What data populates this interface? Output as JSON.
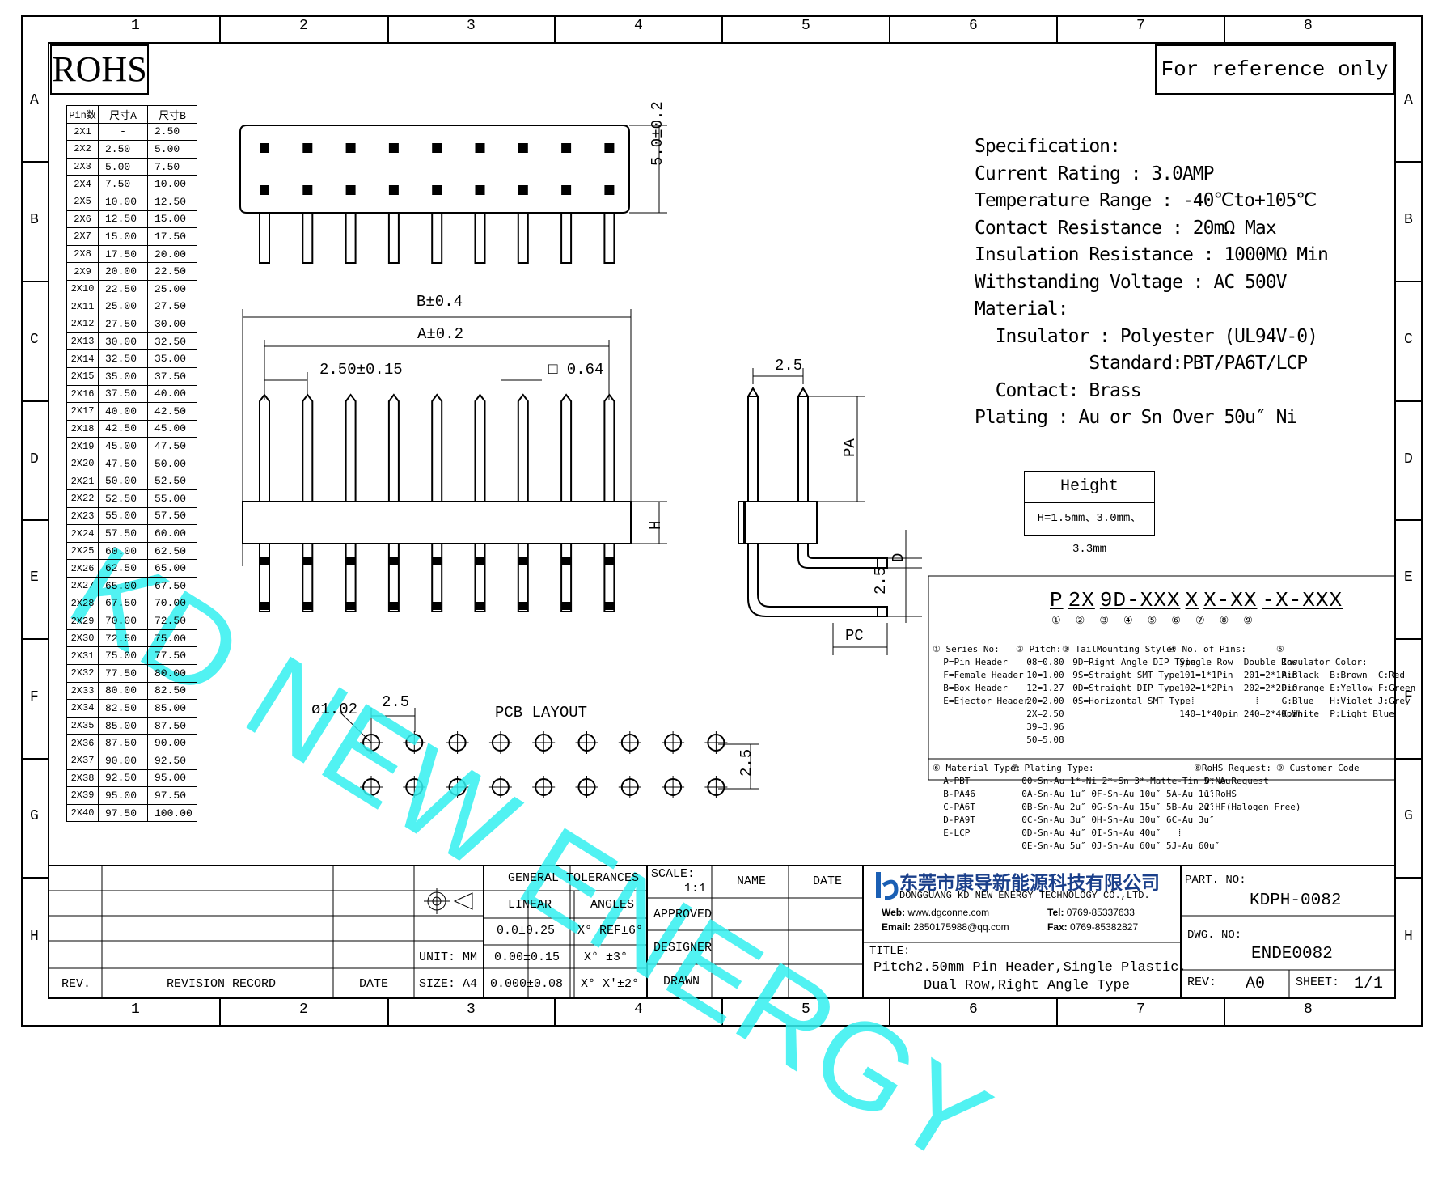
{
  "frame": {
    "columns": [
      "1",
      "2",
      "3",
      "4",
      "5",
      "6",
      "7",
      "8"
    ],
    "rows": [
      "A",
      "B",
      "C",
      "D",
      "E",
      "F",
      "G",
      "H"
    ]
  },
  "rohs": "ROHS",
  "reference_note": "For reference only",
  "watermark": "KD NEW ENERGY",
  "pin_table": {
    "headers": [
      "Pin数",
      "尺寸A",
      "尺寸B"
    ],
    "rows": [
      [
        "2X1",
        "-",
        "2.50"
      ],
      [
        "2X2",
        "2.50",
        "5.00"
      ],
      [
        "2X3",
        "5.00",
        "7.50"
      ],
      [
        "2X4",
        "7.50",
        "10.00"
      ],
      [
        "2X5",
        "10.00",
        "12.50"
      ],
      [
        "2X6",
        "12.50",
        "15.00"
      ],
      [
        "2X7",
        "15.00",
        "17.50"
      ],
      [
        "2X8",
        "17.50",
        "20.00"
      ],
      [
        "2X9",
        "20.00",
        "22.50"
      ],
      [
        "2X10",
        "22.50",
        "25.00"
      ],
      [
        "2X11",
        "25.00",
        "27.50"
      ],
      [
        "2X12",
        "27.50",
        "30.00"
      ],
      [
        "2X13",
        "30.00",
        "32.50"
      ],
      [
        "2X14",
        "32.50",
        "35.00"
      ],
      [
        "2X15",
        "35.00",
        "37.50"
      ],
      [
        "2X16",
        "37.50",
        "40.00"
      ],
      [
        "2X17",
        "40.00",
        "42.50"
      ],
      [
        "2X18",
        "42.50",
        "45.00"
      ],
      [
        "2X19",
        "45.00",
        "47.50"
      ],
      [
        "2X20",
        "47.50",
        "50.00"
      ],
      [
        "2X21",
        "50.00",
        "52.50"
      ],
      [
        "2X22",
        "52.50",
        "55.00"
      ],
      [
        "2X23",
        "55.00",
        "57.50"
      ],
      [
        "2X24",
        "57.50",
        "60.00"
      ],
      [
        "2X25",
        "60.00",
        "62.50"
      ],
      [
        "2X26",
        "62.50",
        "65.00"
      ],
      [
        "2X27",
        "65.00",
        "67.50"
      ],
      [
        "2X28",
        "67.50",
        "70.00"
      ],
      [
        "2X29",
        "70.00",
        "72.50"
      ],
      [
        "2X30",
        "72.50",
        "75.00"
      ],
      [
        "2X31",
        "75.00",
        "77.50"
      ],
      [
        "2X32",
        "77.50",
        "80.00"
      ],
      [
        "2X33",
        "80.00",
        "82.50"
      ],
      [
        "2X34",
        "82.50",
        "85.00"
      ],
      [
        "2X35",
        "85.00",
        "87.50"
      ],
      [
        "2X36",
        "87.50",
        "90.00"
      ],
      [
        "2X37",
        "90.00",
        "92.50"
      ],
      [
        "2X38",
        "92.50",
        "95.00"
      ],
      [
        "2X39",
        "95.00",
        "97.50"
      ],
      [
        "2X40",
        "97.50",
        "100.00"
      ]
    ]
  },
  "dimensions": {
    "height_top": "5.0±0.2",
    "b": "B±0.4",
    "a": "A±0.2",
    "pitch": "2.50±0.15",
    "pin_sq": "□ 0.64",
    "h": "H",
    "side_pitch": "2.5",
    "pa": "PA",
    "d": "D",
    "side_25": "2.5",
    "pc": "PC",
    "hole": "ø1.02",
    "pcb_pitch": "2.5",
    "pcb_row": "2.5",
    "pcb_title": "PCB LAYOUT"
  },
  "spec": [
    "Specification:",
    "Current Rating : 3.0AMP",
    "Temperature Range : -40℃to+105℃",
    "Contact Resistance : 20mΩ Max",
    "Insulation Resistance : 1000MΩ Min",
    "Withstanding Voltage : AC 500V",
    "Material:",
    "  Insulator : Polyester (UL94V-0)",
    "           Standard:PBT/PA6T/LCP",
    "  Contact: Brass",
    "Plating : Au or Sn Over 50u″ Ni"
  ],
  "height_box": {
    "title": "Height",
    "value": "H=1.5mm、3.0mm、3.3mm"
  },
  "part_code": [
    "P",
    "2X",
    "9D-XXX",
    "X",
    "X-XX",
    "-X-XXX"
  ],
  "part_code_circles": [
    "①",
    "②",
    "③",
    "④",
    "⑤⑥",
    "⑦",
    "⑧",
    "⑨"
  ],
  "notes": {
    "n1": "① Series No:\n  P=Pin Header\n  F=Female Header\n  B=Box Header\n  E=Ejector Header",
    "n2": "② Pitch:\n  08=0.80\n  10=1.00\n  12=1.27\n  20=2.00\n  2X=2.50\n  39=3.96\n  50=5.08",
    "n3": "③ TailMounting Style:\n  9D=Right Angle DIP Type\n  9S=Straight SMT Type\n  0D=Straight DIP Type\n  0S=Horizontal SMT Type",
    "n4": "④ No. of Pins:\n  Single Row  Double Row\n  101=1*1Pin  201=2*1Pin\n  102=1*2Pin  202=2*2Pin\n    ⁞           ⁞\n  140=1*40pin 240=2*40pin",
    "n5": "⑤\n Insulator Color:\n A:Black  B:Brown  C:Red\n D:Orange E:Yellow F:Green\n G:Blue   H:Violet J:Grey\n K:White  P:Light Blue",
    "n6": "⑥ Material Type:\n  A-PBT\n  B-PA46\n  C-PA6T\n  D-PA9T\n  E-LCP",
    "n7": "⑦ Plating Type:\n  00-Sn-Au 1*-Ni 2*-Sn 3*-Matte-Tin 5*-Au\n  0A-Sn-Au 1u″ 0F-Sn-Au 10u″ 5A-Au 1u″\n  0B-Sn-Au 2u″ 0G-Sn-Au 15u″ 5B-Au 2u″\n  0C-Sn-Au 3u″ 0H-Sn-Au 30u″ 6C-Au 3u″\n  0D-Sn-Au 4u″ 0I-Sn-Au 40u″   ⁞\n  0E-Sn-Au 5u″ 0J-Sn-Au 60u″ 5J-Au 60u″",
    "n8": "⑧RoHS Request:\n  0:No Request\n  1:RoHS\n  2:HF(Halogen Free)",
    "n9": "⑨ Customer Code"
  },
  "title_block": {
    "general_tolerances": "GENERAL TOLERANCES",
    "linear": "LINEAR",
    "angles": "ANGLES",
    "tol1": "0.0±0.25",
    "tol2": "0.00±0.15",
    "tol3": "0.000±0.08",
    "ang1": "X° REF±6°",
    "ang2": "X° ±3°",
    "ang3": "X° X'±2°",
    "unit": "UNIT: MM",
    "size": "SIZE: A4",
    "scale_label": "SCALE:",
    "scale_value": "1:1",
    "name": "NAME",
    "date": "DATE",
    "approved": "APPROVED",
    "designer": "DESIGNER",
    "drawn": "DRAWN",
    "rev": "REV.",
    "revision_record": "REVISION RECORD",
    "rev_date": "DATE",
    "company_cn": "东莞市康导新能源科技有限公司",
    "company_en": "DONGGUANG KD NEW ENERGY TECHNOLOGY CO.,LTD.",
    "web_label": "Web:",
    "web": "www.dgconne.com",
    "email_label": "Email:",
    "email": "2850175988@qq.com",
    "tel_label": "Tel:",
    "tel": "0769-85337633",
    "fax_label": "Fax:",
    "fax": "0769-85382827",
    "title_label": "TITLE:",
    "title_line1": "Pitch2.50mm Pin Header,Single Plastic,",
    "title_line2": "Dual Row,Right Angle Type",
    "part_no_label": "PART. NO:",
    "part_no": "KDPH-0082",
    "dwg_no_label": "DWG. NO:",
    "dwg_no": "ENDE0082",
    "rev_label": "REV:",
    "rev_value": "A0",
    "sheet_label": "SHEET:",
    "sheet_value": "1/1"
  }
}
